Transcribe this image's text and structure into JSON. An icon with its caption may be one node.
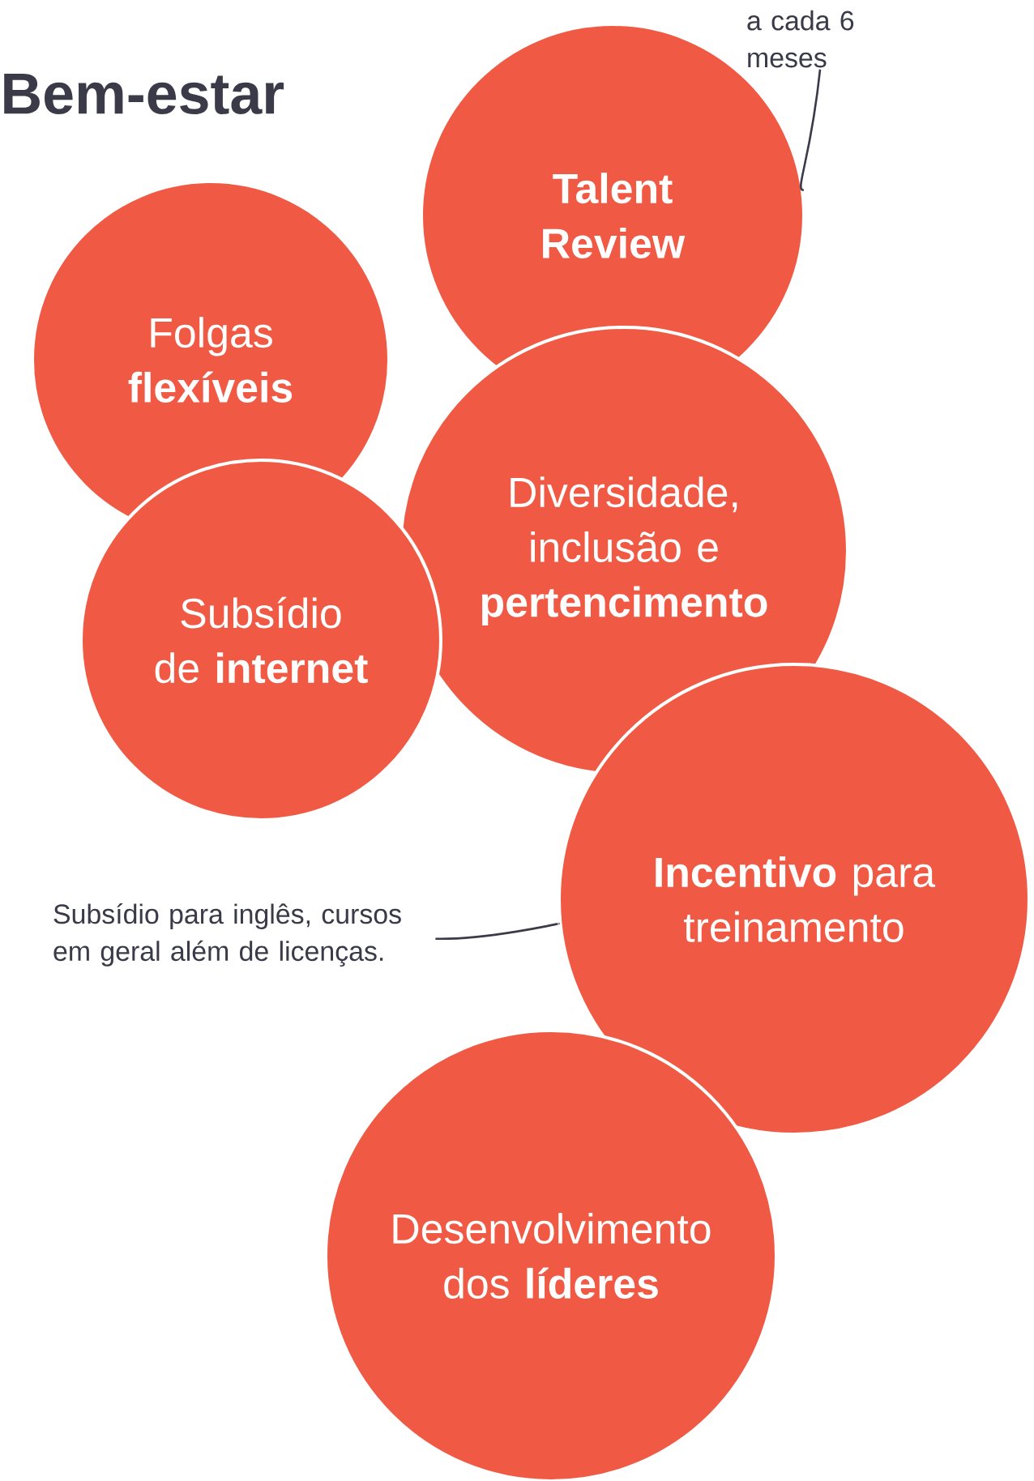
{
  "diagram": {
    "title": "Bem-estar",
    "nodes": [
      {
        "text": [
          "**Talent Review**"
        ]
      },
      {
        "text": [
          "a cada 6 meses"
        ]
      },
      {
        "text": [
          "Folgas **flexíveis**"
        ]
      },
      {
        "text": [
          "Diversidade, inclusão e **pertencimento**"
        ]
      },
      {
        "text": [
          "Subsídio de **internet**"
        ]
      },
      {
        "text": [
          "Subsídio para inglês, cursos em geral além de licenças."
        ]
      },
      {
        "text": [
          "**Incentivo** para treinamento"
        ]
      },
      {
        "text": [
          "Desenvolvimento dos **líderes**"
        ]
      }
    ],
    "edges": [
      {
        "from": 1,
        "to": 0,
        "arrow": "none"
      },
      {
        "from": 5,
        "to": 6,
        "arrow": "none"
      }
    ]
  }
}
